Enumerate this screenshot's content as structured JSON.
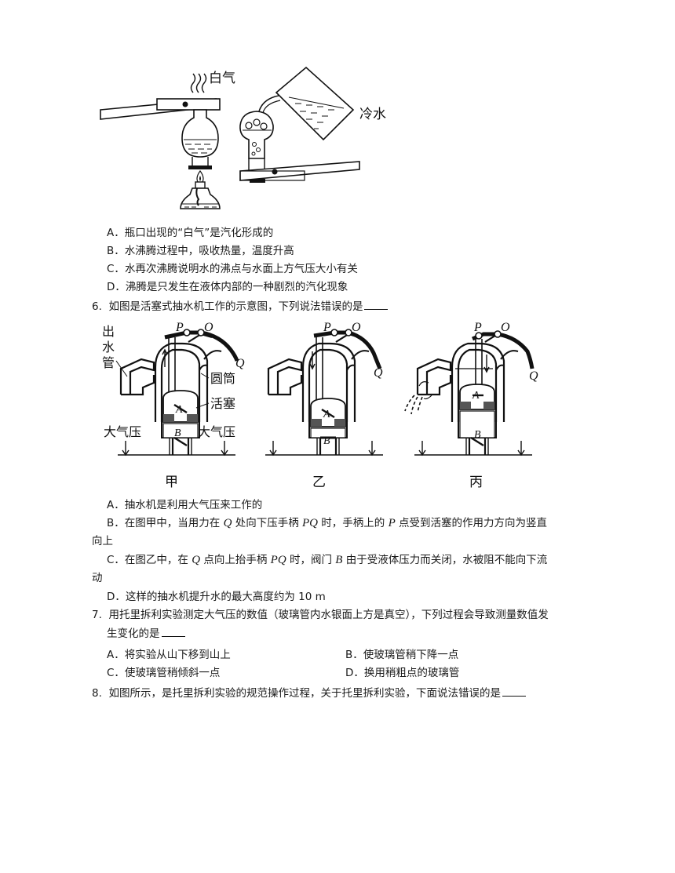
{
  "figure1": {
    "label_steam": "白气",
    "label_cold_water": "冷水"
  },
  "q5": {
    "options": [
      {
        "letter": "A．",
        "text": "瓶口出现的“白气”是汽化形成的"
      },
      {
        "letter": "B．",
        "text": "水沸腾过程中，吸收热量，温度升高"
      },
      {
        "letter": "C．",
        "text": "水再次沸腾说明水的沸点与水面上方气压大小有关"
      },
      {
        "letter": "D．",
        "text": "沸腾是只发生在液体内部的一种剧烈的汽化现象"
      }
    ]
  },
  "q6": {
    "number": "6.",
    "stem": "如图是活塞式抽水机工作的示意图，下列说法错误的是",
    "figure": {
      "outlet_label": [
        "出",
        "水",
        "管"
      ],
      "cylinder_label": "圆筒",
      "piston_label": "活塞",
      "atm_label": "大气压",
      "letter_P": "P",
      "letter_O": "O",
      "letter_Q": "Q",
      "letter_A": "A",
      "letter_B": "B",
      "captions": [
        "甲",
        "乙",
        "丙"
      ]
    },
    "optA": "A．抽水机是利用大气压来工作的",
    "optB_parts": [
      "B．在图甲中，当用力在 ",
      "Q",
      " 处向下压手柄 ",
      "PQ",
      " 时，手柄上的 ",
      "P",
      " 点受到活塞的作用力方向为竖直"
    ],
    "optB_cont": "向上",
    "optC_parts": [
      "C．在图乙中，在 ",
      "Q",
      " 点向上抬手柄 ",
      "PQ",
      " 时，阀门 ",
      "B",
      " 由于受液体压力而关闭，水被阻不能向下流"
    ],
    "optC_cont": "动",
    "optD": "D．这样的抽水机提升水的最大高度约为  10 m"
  },
  "q7": {
    "number": "7.",
    "stem_line1": "用托里拆利实验测定大气压的数值（玻璃管内水银面上方是真空），下列过程会导致测量数值发",
    "stem_line2": "生变化的是",
    "options": [
      {
        "text": "A．将实验从山下移到山上"
      },
      {
        "text": "B．使玻璃管稍下降一点"
      },
      {
        "text": "C．使玻璃管稍倾斜一点"
      },
      {
        "text": "D．换用稍粗点的玻璃管"
      }
    ]
  },
  "q8": {
    "number": "8.",
    "stem": "如图所示，是托里拆利实验的规范操作过程，关于托里拆利实验，下面说法错误的是"
  }
}
